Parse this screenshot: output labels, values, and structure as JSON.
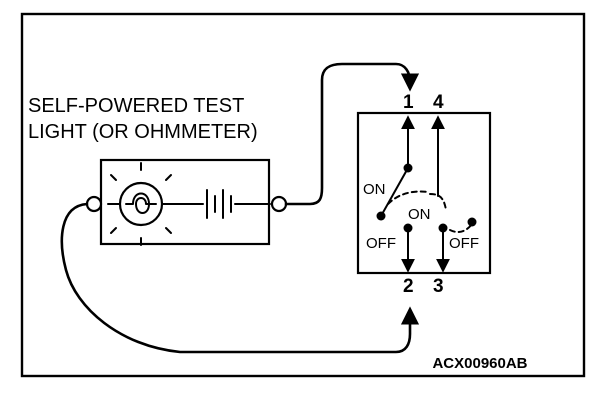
{
  "labels": {
    "tester_line1": "SELF-POWERED TEST",
    "tester_line2": "LIGHT (OR OHMMETER)",
    "terminal_1": "1",
    "terminal_2": "2",
    "terminal_3": "3",
    "terminal_4": "4",
    "left_on": "ON",
    "left_off": "OFF",
    "right_on": "ON",
    "right_off": "OFF",
    "figure_code": "ACX00960AB"
  }
}
